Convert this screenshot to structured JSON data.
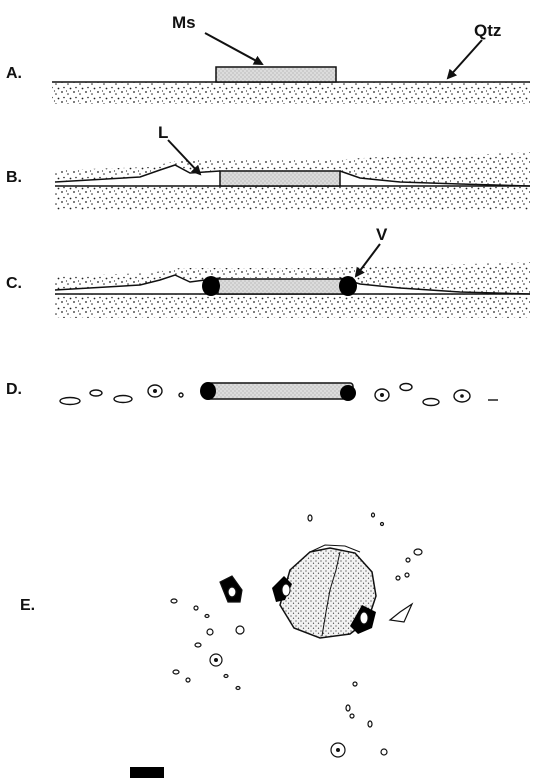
{
  "panels": {
    "a": {
      "label": "A."
    },
    "b": {
      "label": "B."
    },
    "c": {
      "label": "C."
    },
    "d": {
      "label": "D."
    },
    "e": {
      "label": "E."
    }
  },
  "annotations": {
    "ms": "Ms",
    "qtz": "Qtz",
    "l": "L",
    "v": "V"
  },
  "colors": {
    "ink": "#111111",
    "grain_fill": "#dcdcdc",
    "void": "#000000",
    "background": "#ffffff"
  },
  "icons": [
    "arrow-icon",
    "scale-bar-icon"
  ]
}
